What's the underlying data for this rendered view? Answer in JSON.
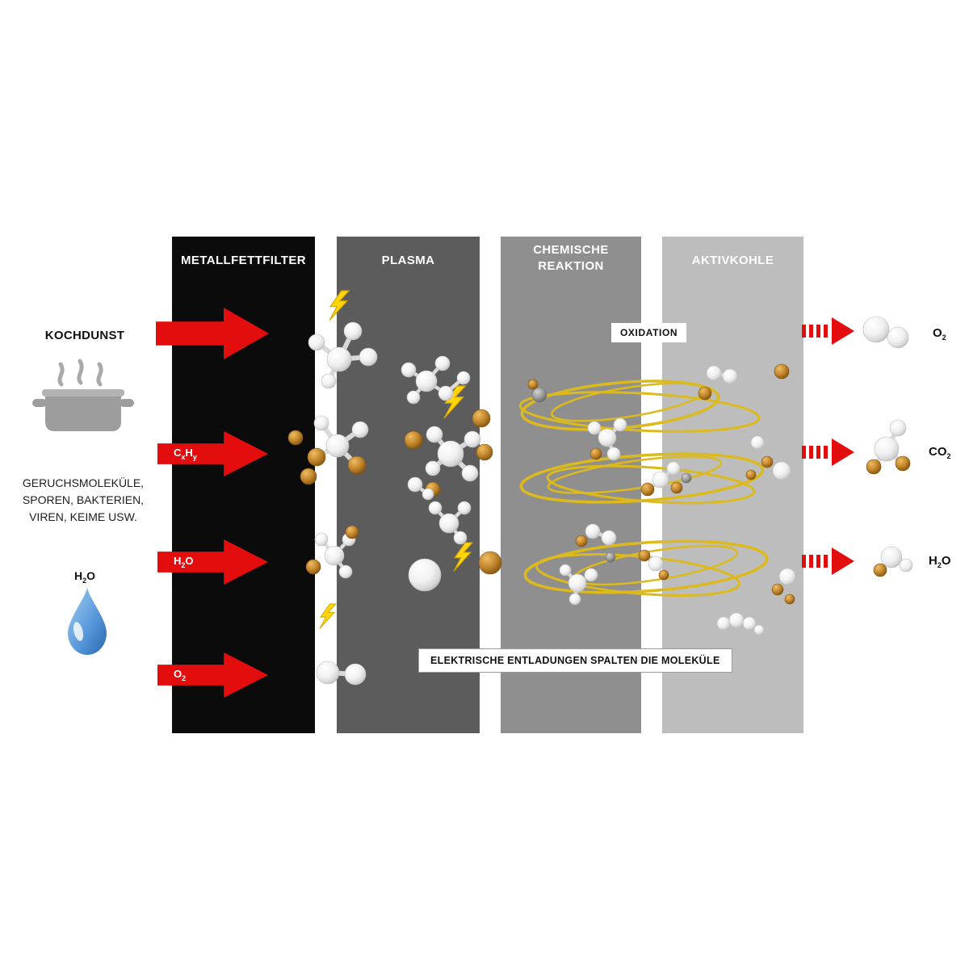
{
  "stages": [
    {
      "label": "METALLFETTFILTER"
    },
    {
      "label": "PLASMA"
    },
    {
      "label": "CHEMISCHE REAKTION"
    },
    {
      "label": "AKTIVKOHLE"
    }
  ],
  "inputs": {
    "kochdunst": "KOCHDUNST",
    "description_lines": [
      "GERUCHSMOLEKÜLE,",
      "SPOREN, BAKTERIEN,",
      "VIREN, KEIME USW."
    ],
    "h2o_caption": {
      "pre": "H",
      "sub": "2",
      "post": "O"
    },
    "arrow_labels": [
      {
        "p1": "C",
        "s1": "x",
        "p2": "H",
        "s2": "y"
      },
      {
        "p1": "H",
        "s1": "2",
        "p2": "O",
        "s2": ""
      },
      {
        "p1": "O",
        "s1": "2",
        "p2": "",
        "s2": ""
      }
    ]
  },
  "outputs": [
    {
      "pre": "O",
      "sub": "2",
      "post": ""
    },
    {
      "pre": "CO",
      "sub": "2",
      "post": ""
    },
    {
      "pre": "H",
      "sub": "2",
      "post": "O"
    }
  ],
  "annotations": {
    "oxidation": "OXIDATION",
    "discharge": "ELEKTRISCHE ENTLADUNGEN SPALTEN DIE MOLEKÜLE"
  },
  "colors": {
    "arrow_red": "#e30d0d",
    "stage1_black": "#0b0b0b",
    "stage2_gray": "#5c5c5c",
    "stage3_gray": "#8f8f8f",
    "stage4_gray": "#bdbdbd",
    "lightning_yellow": "#ffd60a",
    "vortex_yellow": "#dcba1e",
    "particle_brown": "#b06f1e",
    "drop_blue": "#5b9bdc"
  },
  "icons": {
    "cooking_pot": "cooking-pot-icon",
    "water_drop": "water-drop-icon",
    "lightning": "lightning-bolt-icon"
  }
}
